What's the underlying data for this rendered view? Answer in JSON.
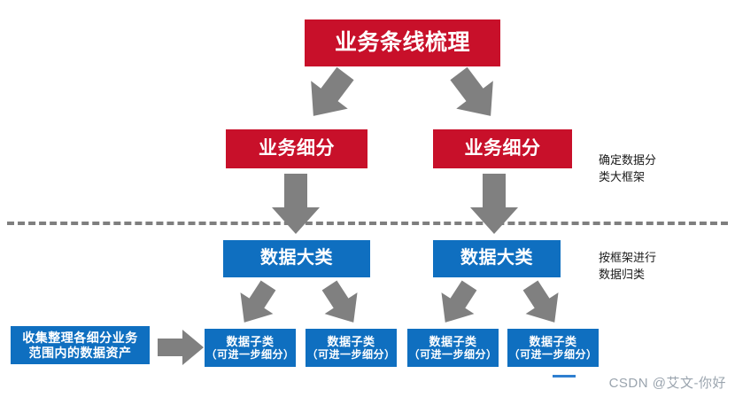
{
  "diagram": {
    "title_node": {
      "label": "业务条线梳理"
    },
    "level2": [
      {
        "label": "业务细分"
      },
      {
        "label": "业务细分"
      }
    ],
    "level3": [
      {
        "label": "数据大类"
      },
      {
        "label": "数据大类"
      }
    ],
    "collection_node": {
      "line1": "收集整理各细分业务",
      "line2": "范围内的数据资产"
    },
    "level4": [
      {
        "line1": "数据子类",
        "line2": "（可进一步细分）"
      },
      {
        "line1": "数据子类",
        "line2": "（可进一步细分）"
      },
      {
        "line1": "数据子类",
        "line2": "（可进一步细分）"
      },
      {
        "line1": "数据子类",
        "line2": "（可进一步细分）"
      }
    ],
    "annotations": [
      {
        "line1": "确定数据分",
        "line2": "类大框架"
      },
      {
        "line1": "按框架进行",
        "line2": "数据归类"
      }
    ],
    "colors": {
      "red": "#C8102A",
      "blue": "#0F6FC0",
      "arrow_gray": "#808080",
      "divider_gray": "#7F7F7F",
      "watermark_gray": "#9AA4AE"
    }
  },
  "watermark": {
    "text": "CSDN @艾文-你好"
  }
}
